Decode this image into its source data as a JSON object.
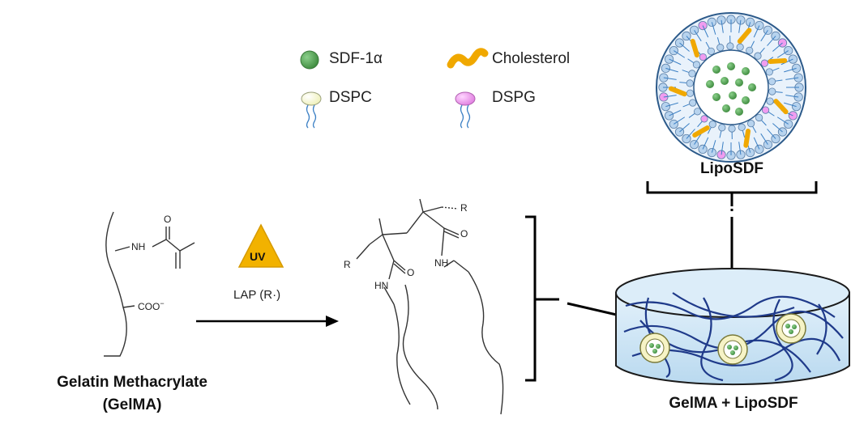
{
  "legend": {
    "sdf": "SDF-1α",
    "cholesterol": "Cholesterol",
    "dspc": "DSPC",
    "dspg": "DSPG"
  },
  "liposome": {
    "title": "LipoSDF"
  },
  "gelma": {
    "title_line1": "Gelatin Methacrylate",
    "title_line2": "(GelMA)"
  },
  "reaction": {
    "uv": "UV",
    "initiator": "LAP (R·)"
  },
  "chem_labels": {
    "nh": "NH",
    "o1": "O",
    "coo": "COO",
    "coo_sup": "−",
    "r1": "R",
    "r2": "R",
    "o2": "O",
    "o3": "O",
    "nh2": "NH",
    "hn": "HN"
  },
  "hydrogel": {
    "title": "GelMA + LipoSDF"
  },
  "colors": {
    "sdf_green": "#4e9a4e",
    "cholesterol_orange": "#f0a800",
    "dspc_head": "#fbfbd8",
    "dspg_head": "#f09cf0",
    "tail_blue": "#3a7fc4",
    "uv_fill": "#f2b200",
    "dish_fill": "#cfe6f5",
    "fiber_blue": "#1f3a8a",
    "membrane_blue": "#b7d3ee"
  }
}
